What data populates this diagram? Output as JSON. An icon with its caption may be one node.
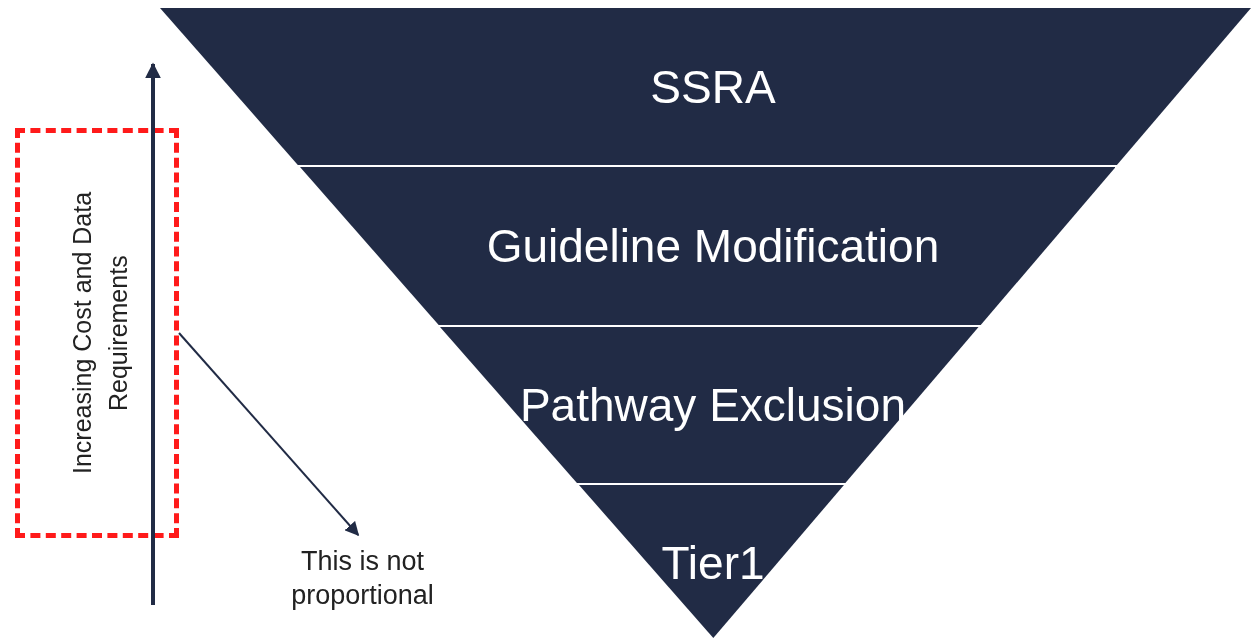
{
  "diagram": {
    "nodes": [
      {
        "text": [
          "SSRA"
        ]
      },
      {
        "text": [
          "Guideline Modification"
        ]
      },
      {
        "text": [
          "Pathway Exclusion"
        ]
      },
      {
        "text": [
          "Tier1"
        ]
      },
      {
        "text": [
          "Increasing Cost and Data Requirements"
        ]
      },
      {
        "text": [
          "This is not proportional"
        ]
      }
    ],
    "edges": [
      {
        "from": 4,
        "to": 5,
        "arrow": "to"
      }
    ]
  }
}
